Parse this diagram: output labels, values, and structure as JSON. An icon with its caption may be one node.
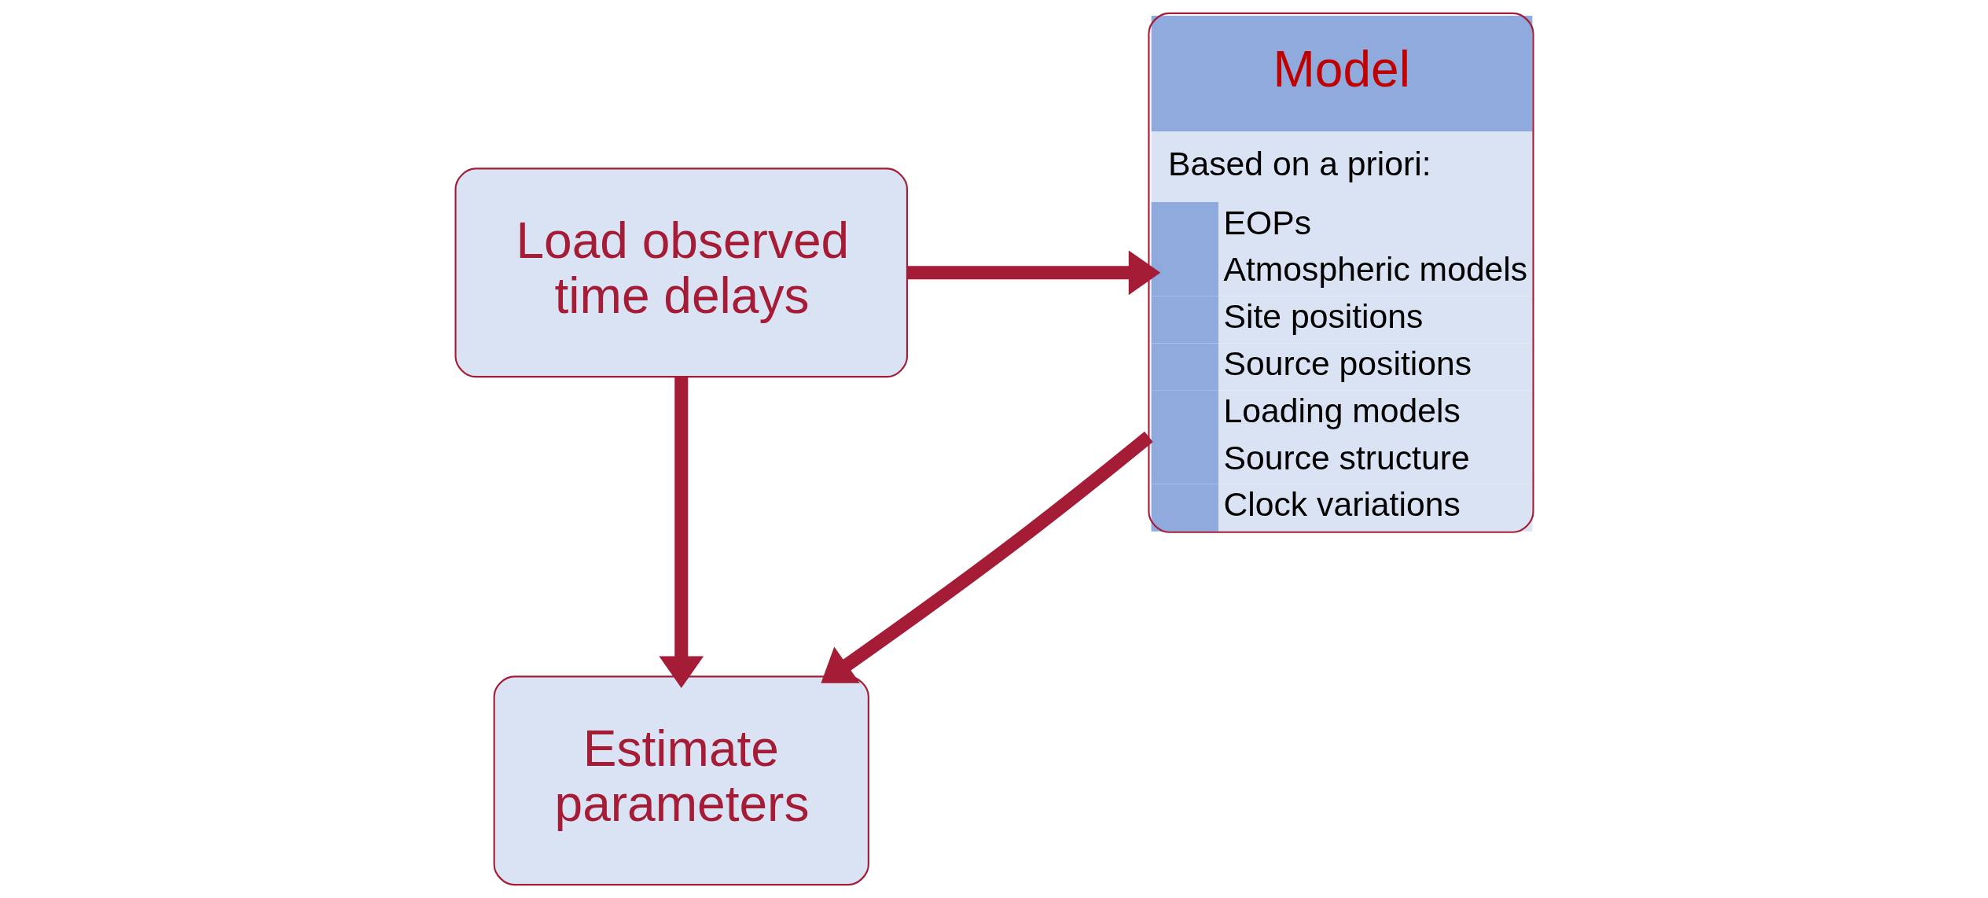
{
  "diagram": {
    "nodes": [
      {
        "text": [
          "Load observed time delays"
        ]
      },
      {
        "text": [
          "Model",
          "Based on a priori:",
          "EOPs",
          "Atmospheric models",
          "Site positions",
          "Source positions",
          "Loading models",
          "Source structure",
          "Clock variations"
        ]
      },
      {
        "text": [
          "Estimate parameters"
        ]
      }
    ],
    "edges": [
      {
        "from": 0,
        "to": 1,
        "arrow": "to"
      },
      {
        "from": 0,
        "to": 2,
        "arrow": "to"
      },
      {
        "from": 1,
        "to": 2,
        "arrow": "to"
      }
    ]
  }
}
